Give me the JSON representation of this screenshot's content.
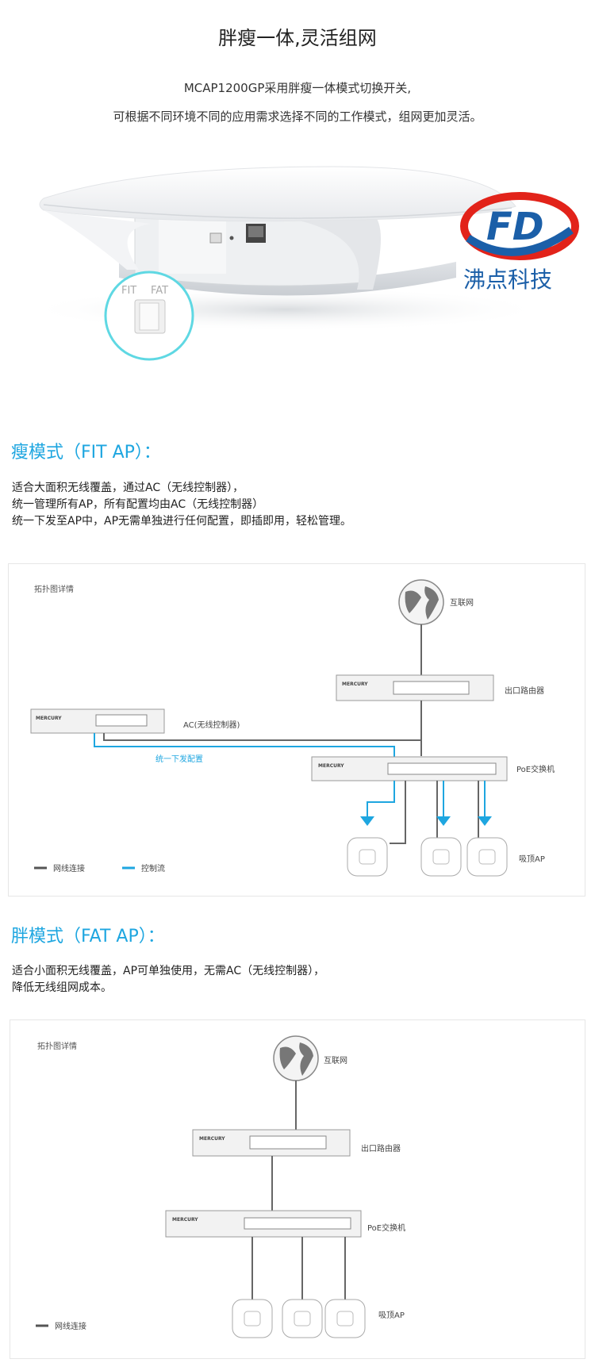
{
  "header": {
    "title": "胖瘦一体,灵活组网",
    "intro_line1": "MCAP1200GP采用胖瘦一体模式切换开关,",
    "intro_line2": "可根据不同环境不同的应用需求选择不同的工作模式，组网更加灵活。"
  },
  "product_image": {
    "switch_label_fit": "FIT",
    "switch_label_fat": "FAT",
    "logo_letters": "FD",
    "logo_text": "沸点科技"
  },
  "fit_section": {
    "heading": "瘦模式（FIT AP）：",
    "lines": [
      "适合大面积无线覆盖，通过AC（无线控制器），",
      "统一管理所有AP，所有配置均由AC（无线控制器）",
      "统一下发至AP中，AP无需单独进行任何配置，即插即用，轻松管理。"
    ],
    "diagram": {
      "title": "拓扑图详情",
      "internet": "互联网",
      "router": "出口路由器",
      "ac": "AC(无线控制器)",
      "flow": "统一下发配置",
      "poe": "PoE交换机",
      "ap": "吸顶AP",
      "legend_net": "网线连接",
      "legend_ctrl": "控制流",
      "brand": "MERCURY"
    }
  },
  "fat_section": {
    "heading": "胖模式（FAT AP）：",
    "lines": [
      "适合小面积无线覆盖，AP可单独使用，无需AC（无线控制器），",
      "降低无线组网成本。"
    ],
    "diagram": {
      "title": "拓扑图详情",
      "internet": "互联网",
      "router": "出口路由器",
      "poe": "PoE交换机",
      "ap": "吸顶AP",
      "legend_net": "网线连接",
      "brand": "MERCURY"
    }
  },
  "colors": {
    "accent": "#1ea6e0",
    "logo_red": "#e2231a",
    "logo_blue": "#1b5fa8"
  }
}
